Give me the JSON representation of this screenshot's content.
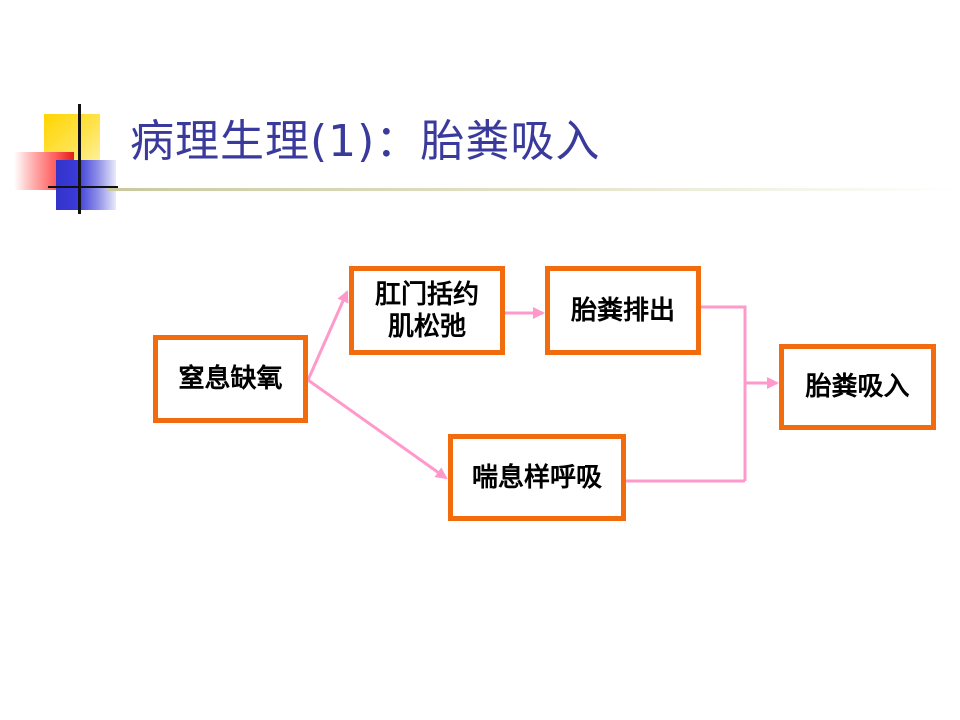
{
  "slide": {
    "title": "病理生理(1)：胎粪吸入"
  },
  "diagram": {
    "nodes": {
      "asphyxia": {
        "label": "窒息缺氧"
      },
      "sphincter": {
        "line1": "肛门括约",
        "line2": "肌松弛"
      },
      "discharge": {
        "label": "胎粪排出"
      },
      "gasping": {
        "label": "喘息样呼吸"
      },
      "aspiration": {
        "label": "胎粪吸入"
      }
    },
    "edges": [
      {
        "from": "窒息缺氧",
        "to": "肛门括约肌松弛"
      },
      {
        "from": "窒息缺氧",
        "to": "喘息样呼吸"
      },
      {
        "from": "肛门括约肌松弛",
        "to": "胎粪排出"
      },
      {
        "from": "胎粪排出",
        "to": "胎粪吸入"
      },
      {
        "from": "喘息样呼吸",
        "to": "胎粪吸入"
      }
    ],
    "colors": {
      "node_border": "#f26b0c",
      "connector": "#ff99cc",
      "title_text": "#3a3a9c"
    }
  }
}
